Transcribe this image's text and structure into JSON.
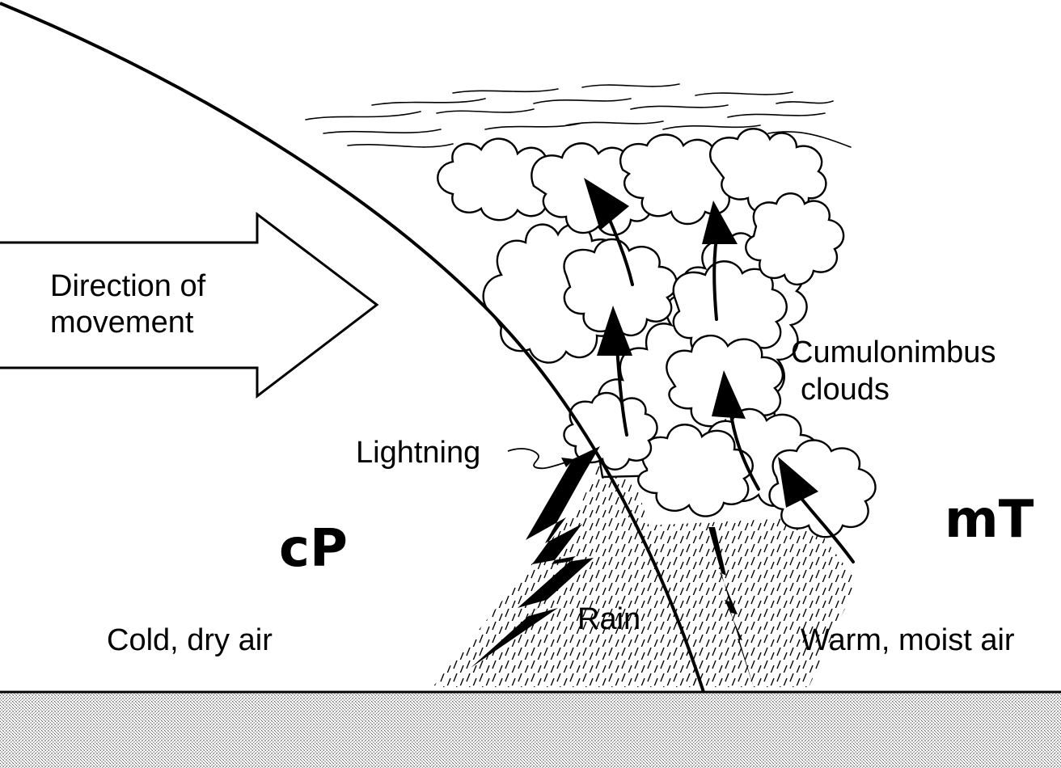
{
  "labels": {
    "direction_line1": "Direction of",
    "direction_line2": "movement",
    "cumulonimbus_line1": "Cumulonimbus",
    "cumulonimbus_line2": "clouds",
    "lightning": "Lightning",
    "rain": "Rain",
    "cold_air_mass": "cP",
    "warm_air_mass": "mT",
    "cold_air": "Cold, dry air",
    "warm_air": "Warm, moist air"
  },
  "colors": {
    "ink": "#000000",
    "background": "#ffffff",
    "ground": "#c8c8c8"
  },
  "icons": {
    "direction_arrow": "right-arrow-outline",
    "lightning": "lightning-bolt"
  }
}
